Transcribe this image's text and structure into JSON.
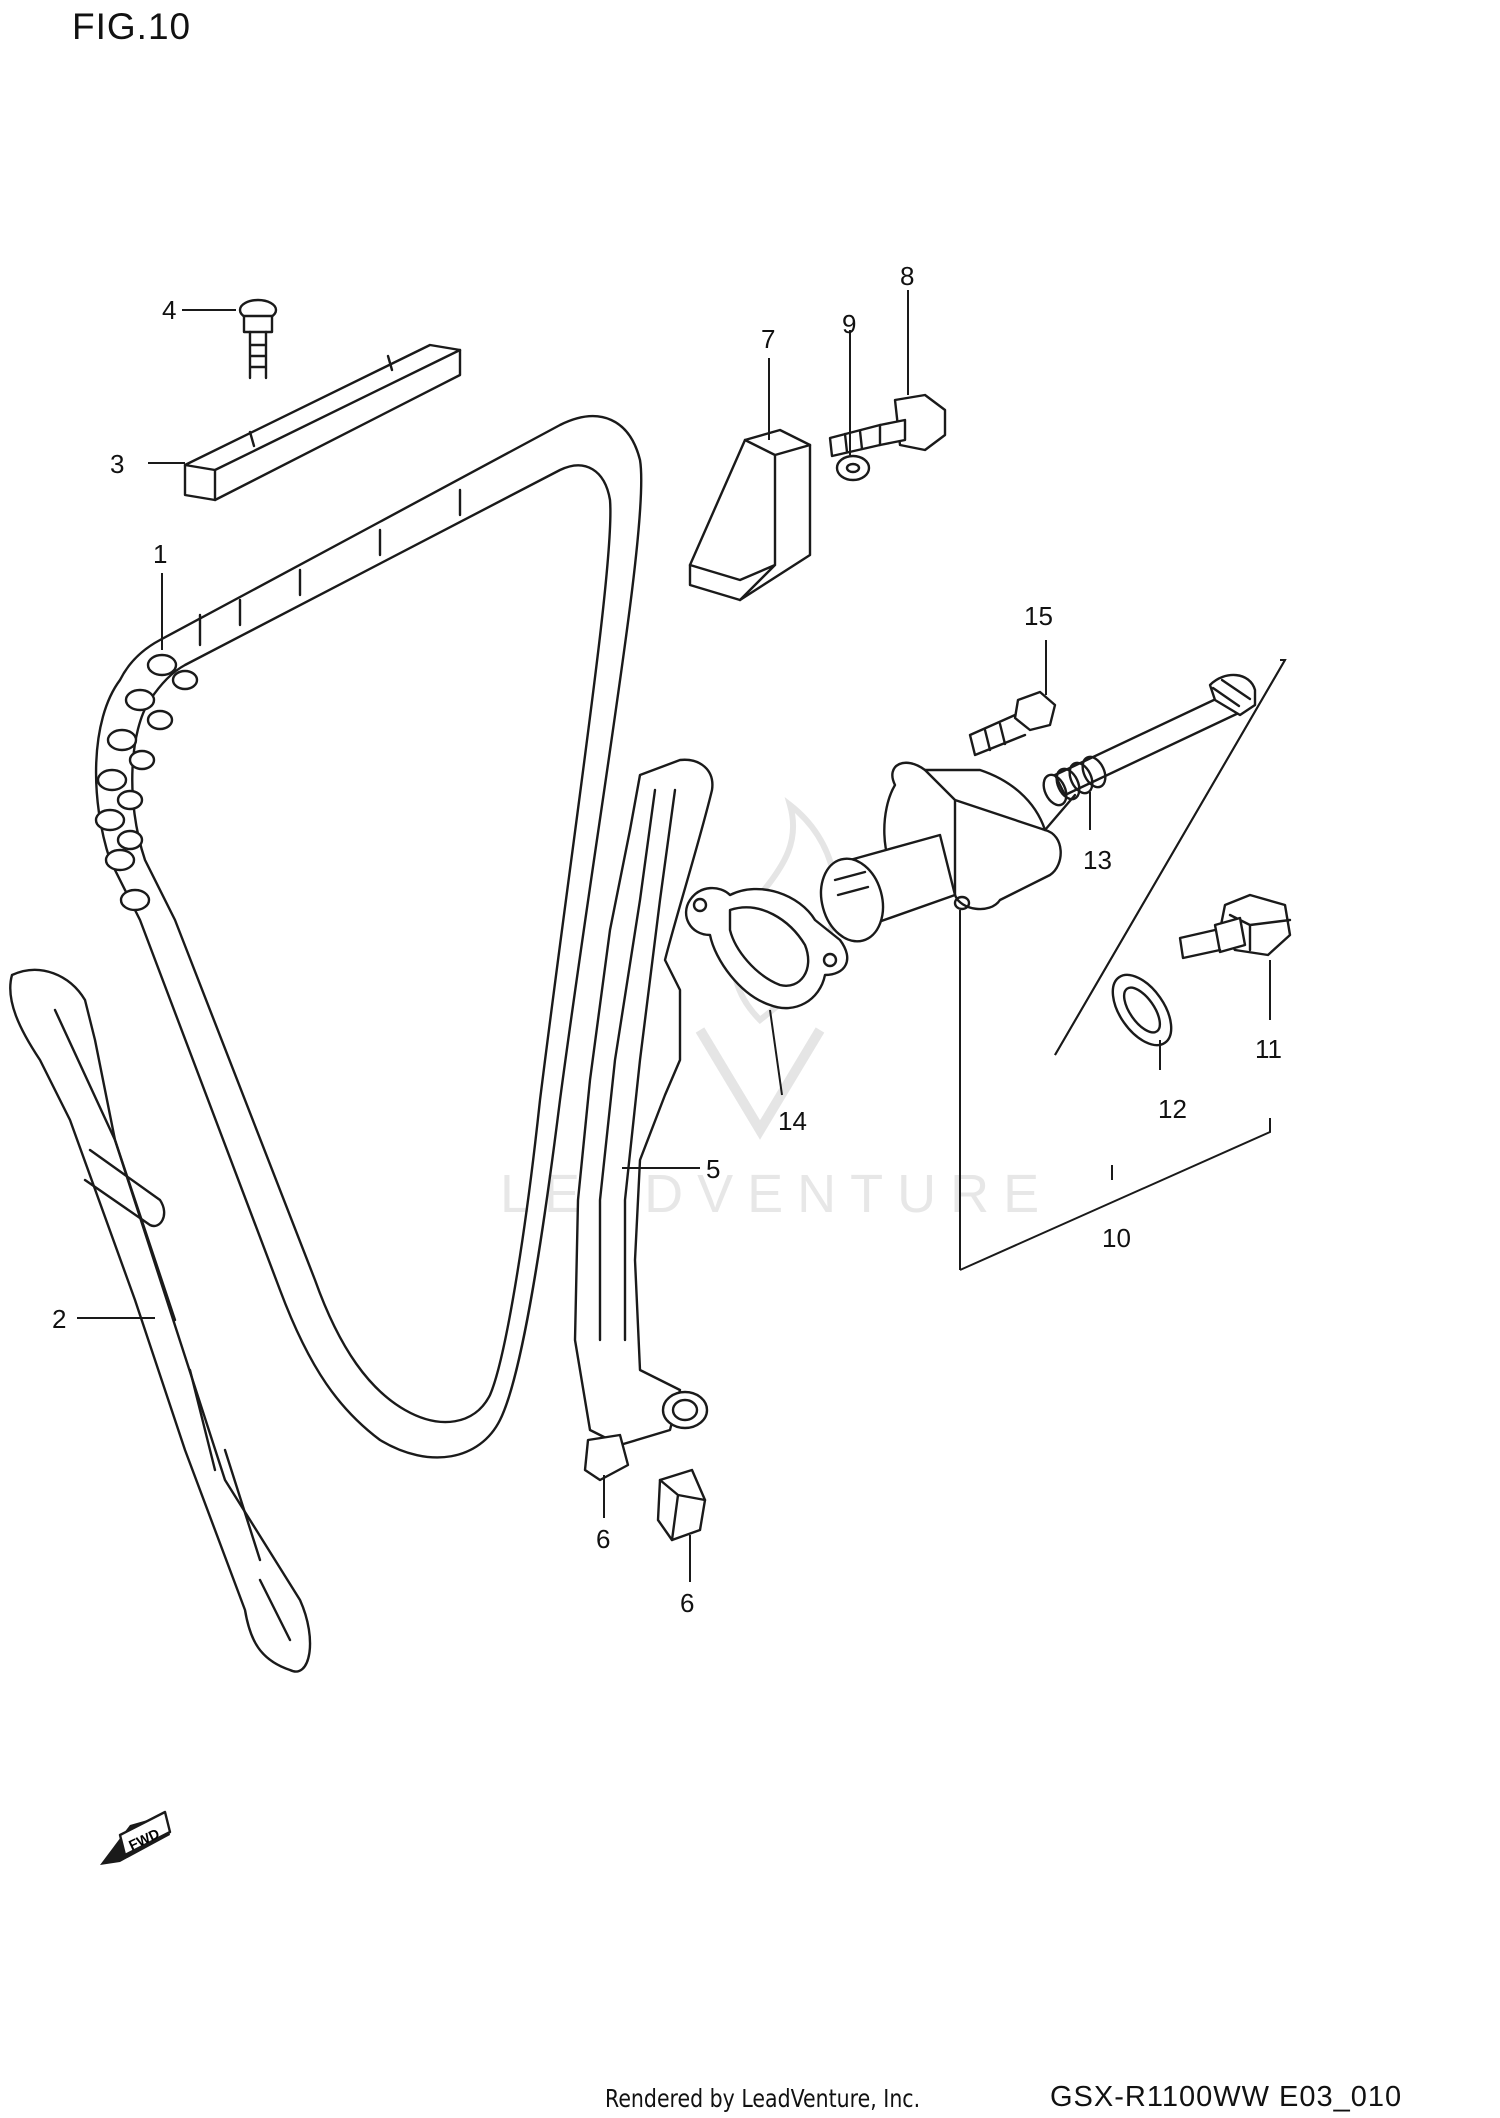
{
  "figure_title": "FIG.10",
  "watermark": "LEADVENTURE",
  "fwd_label": "FWD",
  "callouts": {
    "p1": "1",
    "p2": "2",
    "p3": "3",
    "p4": "4",
    "p5": "5",
    "p6a": "6",
    "p6b": "6",
    "p7": "7",
    "p8": "8",
    "p9": "9",
    "p10": "10",
    "p11": "11",
    "p12": "12",
    "p13": "13",
    "p14": "14",
    "p15": "15"
  },
  "footer": {
    "credit": "Rendered by LeadVenture, Inc.",
    "code": "GSX-R1100WW  E03_010"
  }
}
